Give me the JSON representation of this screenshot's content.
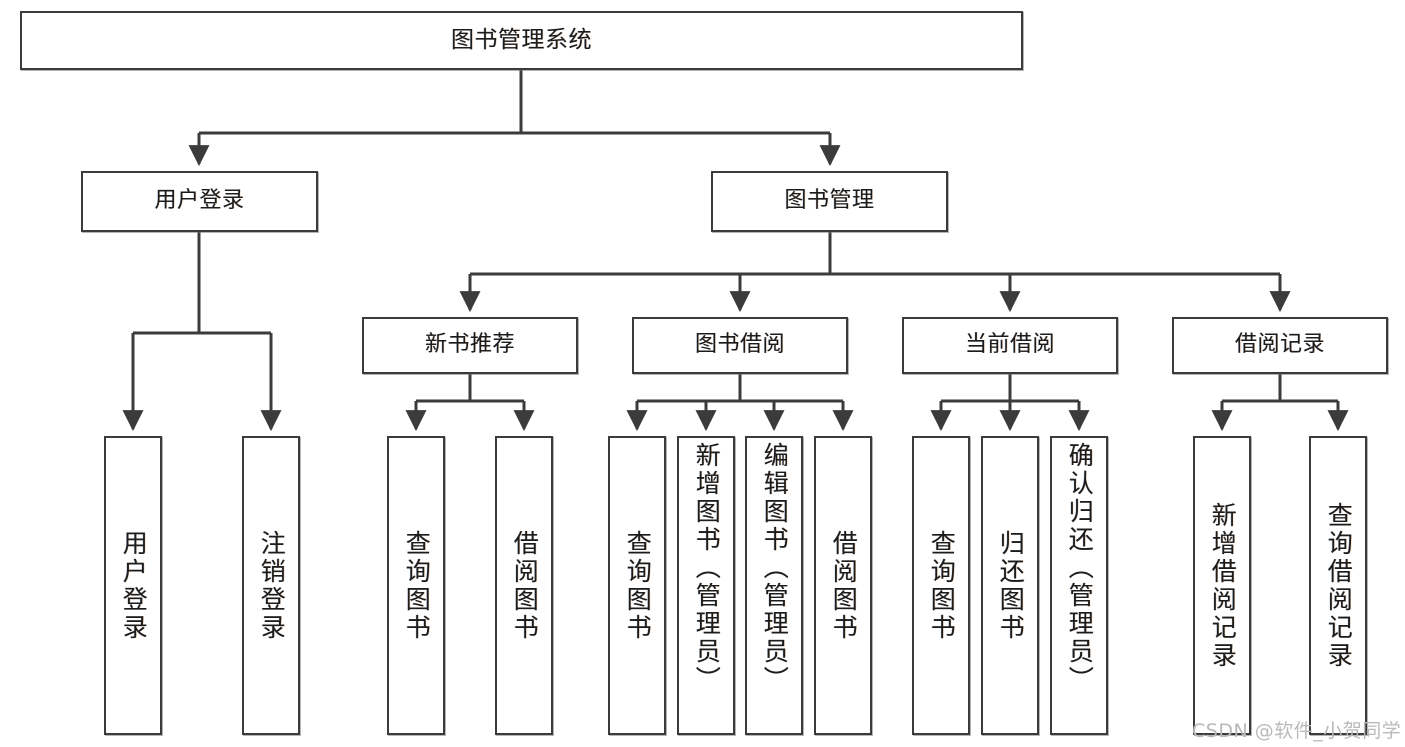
{
  "diagram": {
    "title": "图书管理系统",
    "type": "tree-hierarchy-diagram",
    "style": {
      "box_border_color": "#3b3b3b",
      "box_fill_color": "#ffffff",
      "connector_color": "#3b3b3b",
      "background_color": "#ffffff",
      "watermark_color": "#b9b9b9"
    },
    "levels": [
      {
        "level": 1,
        "orientation": "horizontal",
        "nodes": [
          {
            "id": "root",
            "label": "图书管理系统"
          }
        ]
      },
      {
        "level": 2,
        "orientation": "horizontal",
        "nodes": [
          {
            "id": "user-login",
            "label": "用户登录"
          },
          {
            "id": "book-manage",
            "label": "图书管理"
          }
        ]
      },
      {
        "level": 3,
        "orientation": "horizontal",
        "nodes": [
          {
            "id": "new-book-recommend",
            "label": "新书推荐"
          },
          {
            "id": "book-borrow",
            "label": "图书借阅"
          },
          {
            "id": "current-borrow",
            "label": "当前借阅"
          },
          {
            "id": "borrow-record",
            "label": "借阅记录"
          }
        ]
      },
      {
        "level": 4,
        "orientation": "vertical",
        "nodes": [
          {
            "id": "leaf-user-login",
            "label": "用户登录",
            "parent": "user-login"
          },
          {
            "id": "leaf-logout-login",
            "label": "注销登录",
            "parent": "user-login"
          },
          {
            "id": "leaf-query-book-1",
            "label": "查询图书",
            "parent": "new-book-recommend"
          },
          {
            "id": "leaf-borrow-book-1",
            "label": "借阅图书",
            "parent": "new-book-recommend"
          },
          {
            "id": "leaf-query-book-2",
            "label": "查询图书",
            "parent": "book-borrow"
          },
          {
            "id": "leaf-add-book",
            "label": "新增图书（管理员）",
            "parent": "book-borrow"
          },
          {
            "id": "leaf-edit-book",
            "label": "编辑图书（管理员）",
            "parent": "book-borrow"
          },
          {
            "id": "leaf-borrow-book-2",
            "label": "借阅图书",
            "parent": "book-borrow"
          },
          {
            "id": "leaf-query-book-3",
            "label": "查询图书",
            "parent": "current-borrow"
          },
          {
            "id": "leaf-return-book",
            "label": "归还图书",
            "parent": "current-borrow"
          },
          {
            "id": "leaf-confirm-return",
            "label": "确认归还（管理员）",
            "parent": "current-borrow"
          },
          {
            "id": "leaf-add-record",
            "label": "新增借阅记录",
            "parent": "borrow-record"
          },
          {
            "id": "leaf-query-record",
            "label": "查询借阅记录",
            "parent": "borrow-record"
          }
        ]
      }
    ]
  },
  "watermark": {
    "text": "CSDN @软件_小贺同学"
  }
}
